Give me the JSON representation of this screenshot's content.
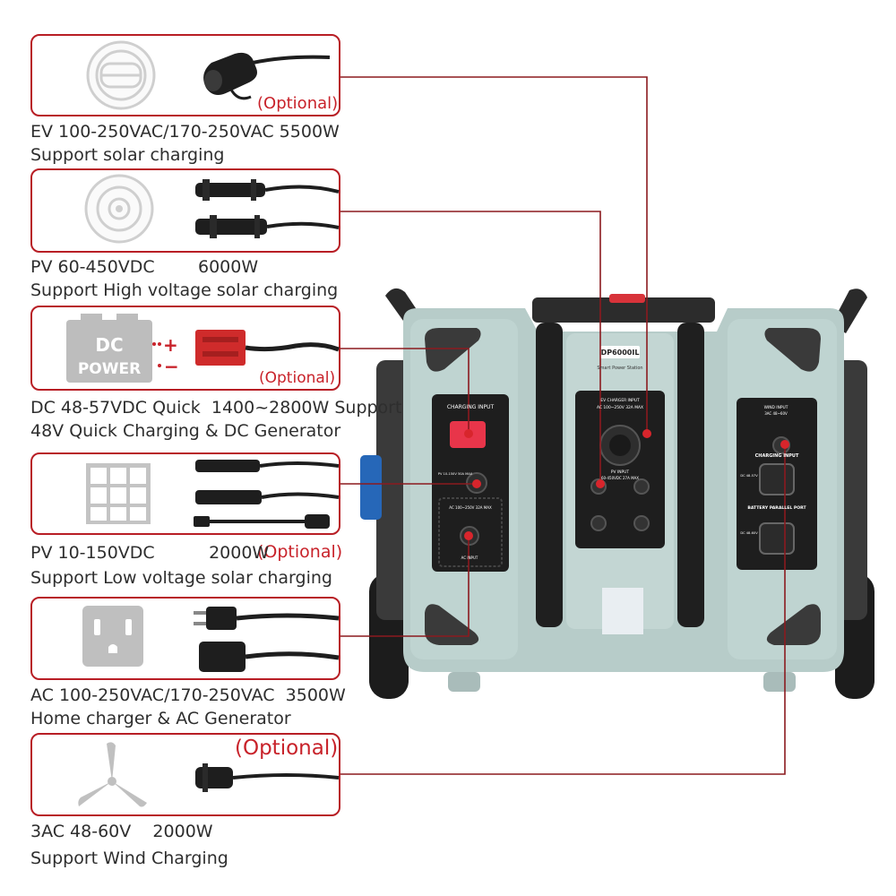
{
  "accent_color": "#b81e25",
  "inputs": [
    {
      "icon": "ev-port-icon",
      "cable": "ev-charger-plug-icon",
      "optional": "(Optional)",
      "line1": "EV 100-250VAC/170-250VAC  5500W",
      "line2": "Support solar charging"
    },
    {
      "icon": "pv-port-icon",
      "cable": "mc4-cable-icon",
      "optional": "",
      "line1": "PV 60-450VDC        6000W",
      "line2": "Support High voltage solar charging"
    },
    {
      "icon": "dc-power-icon",
      "cable": "anderson-plug-icon",
      "optional": "(Optional)",
      "line1": "DC 48-57VDC Quick  1400~2800W Support",
      "line2": "48V Quick Charging & DC Generator"
    },
    {
      "icon": "solar-panel-icon",
      "cable": "mc4-cable-icon",
      "optional": "(Optional)",
      "line1": "PV 10-150VDC          2000W",
      "line2": "Support Low voltage solar charging"
    },
    {
      "icon": "wall-outlet-icon",
      "cable": "ac-cord-icon",
      "optional": "",
      "line1": "AC 100-250VAC/170-250VAC  3500W",
      "line2": "Home charger & AC Generator"
    },
    {
      "icon": "wind-turbine-icon",
      "cable": "wind-connector-icon",
      "optional": "(Optional)",
      "line1": "3AC 48-60V    2000W",
      "line2": "Support Wind Charging"
    }
  ],
  "device": {
    "brand": "DP6000IL",
    "brand_sub": "Smart Power Station",
    "left_panel_title": "CHARGING INPUT",
    "left_panel_pv": "PV 10-150V 50A MAX",
    "left_panel_ac": "AC 100~250V 32A MAX",
    "left_panel_ac_port": "AC INPUT",
    "center_panel_title": "EV CHARGER INPUT",
    "center_panel_spec": "AC 100~250V 32A MAX",
    "center_panel_pv": "PV INPUT",
    "center_panel_pv_spec": "60-450VDC 27A MAX",
    "right_panel_wind": "WIND INPUT",
    "right_panel_wind_spec": "3AC 48~60V",
    "right_panel_charging": "CHARGING INPUT",
    "right_panel_dc": "DC 48-57V",
    "right_panel_parallel": "BATTERY PARALLEL PORT",
    "right_panel_bat": "DC 48-60V"
  }
}
